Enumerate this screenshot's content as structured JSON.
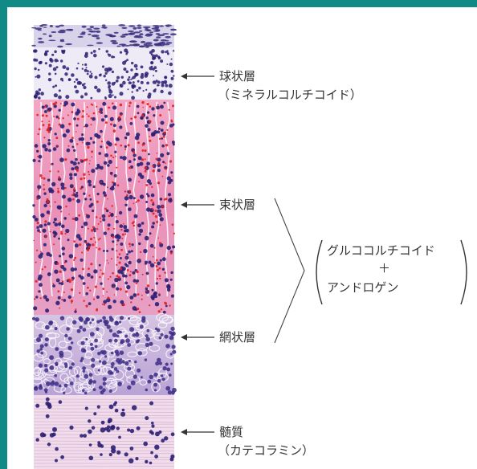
{
  "labels": {
    "zona_glomerulosa": "球状層",
    "zona_glomerulosa_hormone": "（ミネラルコルチコイド）",
    "zona_fasciculata": "束状層",
    "zona_reticularis": "網状層",
    "medulla": "髄質",
    "medulla_hormone": "（カテコラミン）",
    "shared_hormone_1": "グルココルチコイド",
    "shared_hormone_plus": "＋",
    "shared_hormone_2": "アンドロゲン"
  },
  "colors": {
    "frame": "#0f8a84",
    "capsule": "#3a2f7d",
    "glomerulosa": "#e9e4f3",
    "fasciculata": "#e98ab3",
    "reticularis": "#b7a6d8",
    "medulla": "#efd4e8",
    "nucleus": "#2b1f73",
    "red_dot": "#e02020",
    "line": "#333333"
  }
}
